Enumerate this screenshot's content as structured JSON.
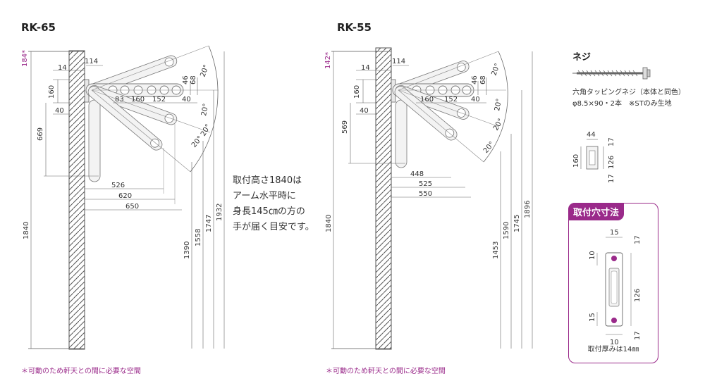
{
  "models": [
    {
      "title": "RK-65",
      "top_note": "184*",
      "dims": {
        "d114": "114",
        "d14": "14",
        "d160": "160",
        "d40a": "40",
        "d669": "669",
        "d83": "83",
        "d160b": "160",
        "d152": "152",
        "d40b": "40",
        "d46": "46",
        "d68": "68",
        "a1": "20°",
        "a2": "20°",
        "a3": "20°",
        "a4": "20°",
        "d526": "526",
        "d620": "620",
        "d650": "650",
        "d1840": "1840",
        "d1390": "1390",
        "d1558": "1558",
        "d1747": "1747",
        "d1932": "1932"
      },
      "footnote": "＊可動のため軒天との間に必要な空間"
    },
    {
      "title": "RK-55",
      "top_note": "142*",
      "dims": {
        "d114": "114",
        "d14": "14",
        "d160": "160",
        "d40a": "40",
        "d569": "569",
        "d160b": "160",
        "d152": "152",
        "d40b": "40",
        "d46": "46",
        "d68": "68",
        "a1": "20°",
        "a2": "20°",
        "a3": "20°",
        "a4": "20°",
        "d448": "448",
        "d525": "525",
        "d550": "550",
        "d1840": "1840",
        "d1453": "1453",
        "d1590": "1590",
        "d1745": "1745",
        "d1896": "1896"
      },
      "footnote": "＊可動のため軒天との間に必要な空間"
    }
  ],
  "height_note": [
    "取付高さ1840は",
    "アーム水平時に",
    "身長145㎝の方の",
    "手が届く目安です。"
  ],
  "screw": {
    "title": "ネジ",
    "desc": [
      "六角タッピングネジ（本体と同色）",
      "φ8.5×90・2本　※STのみ生地"
    ]
  },
  "bracket_dims": {
    "w44": "44",
    "h160": "160",
    "h17a": "17",
    "h126": "126",
    "h17b": "17"
  },
  "mount_hole": {
    "title": "取付穴寸法",
    "dims": {
      "w15a": "15",
      "h10a": "10",
      "h17a": "17",
      "h126": "126",
      "h15b": "15",
      "h17b": "17",
      "w10": "10"
    },
    "caption": "取付厚みは14㎜"
  },
  "colors": {
    "accent": "#9a2a8a",
    "line": "#555555"
  }
}
